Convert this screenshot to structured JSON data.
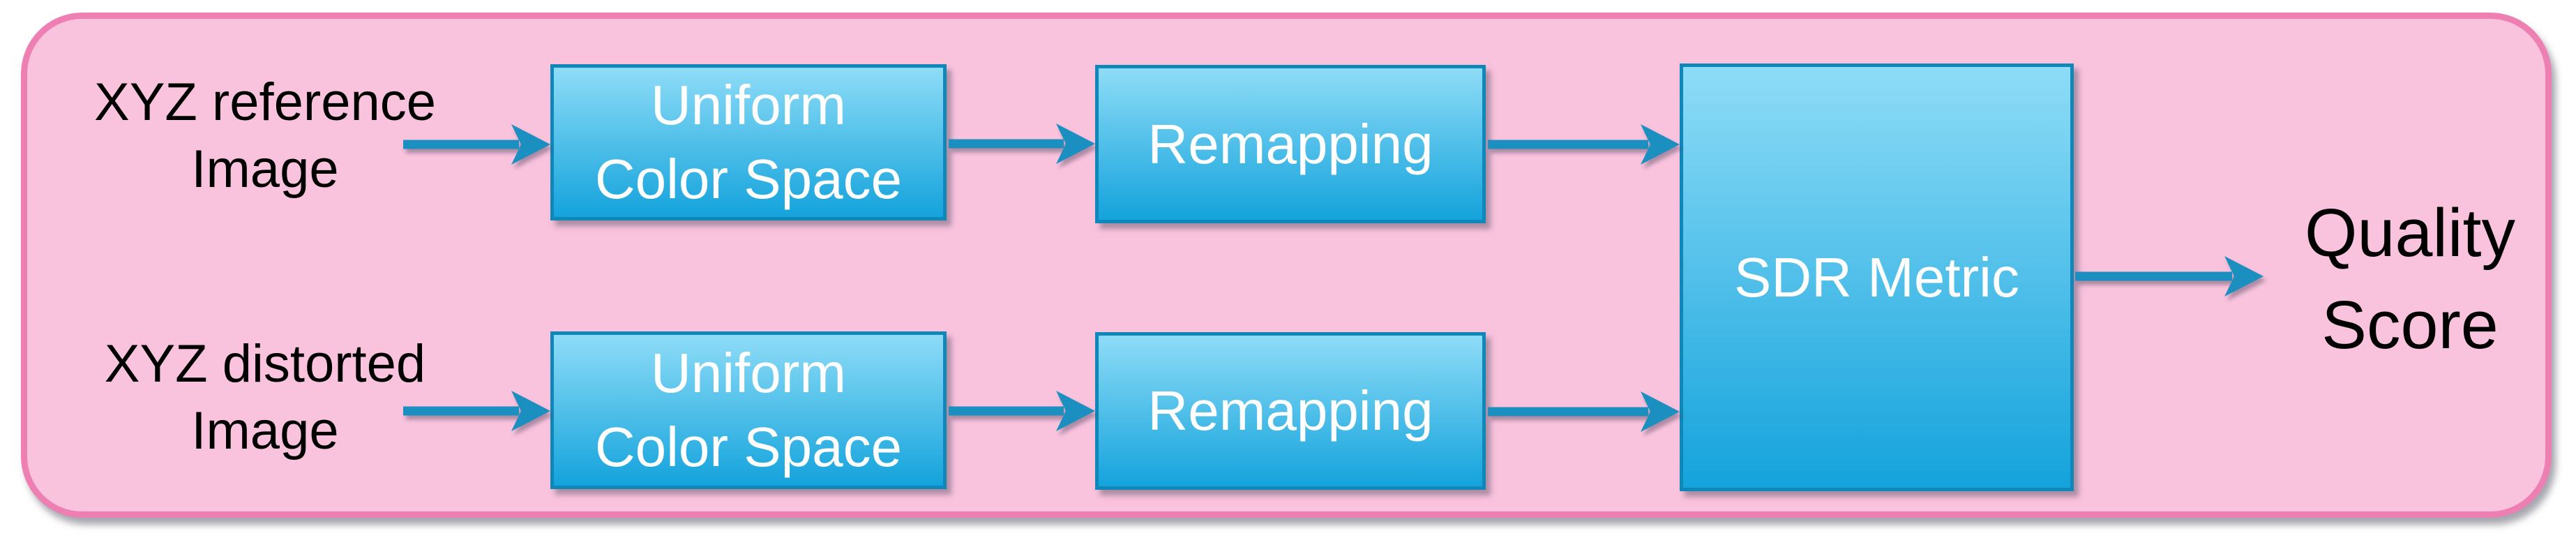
{
  "colors": {
    "canvas_bg": "#ffffff",
    "container_fill": "#f9c2dd",
    "container_border": "#ee7fb2",
    "box_gradient_top": "#8edcf7",
    "box_gradient_bottom": "#14a3dc",
    "box_border": "#0f87b8",
    "arrow": "#1b8fc0",
    "input_text": "#000000",
    "box_text": "#ffffff"
  },
  "nodes": {
    "reference_input": "XYZ reference\nImage",
    "distorted_input": "XYZ distorted\nImage",
    "ucs_reference": "Uniform\nColor Space",
    "ucs_distorted": "Uniform\nColor Space",
    "remapping_reference": "Remapping",
    "remapping_distorted": "Remapping",
    "sdr_metric": "SDR Metric",
    "output": "Quality\nScore"
  }
}
